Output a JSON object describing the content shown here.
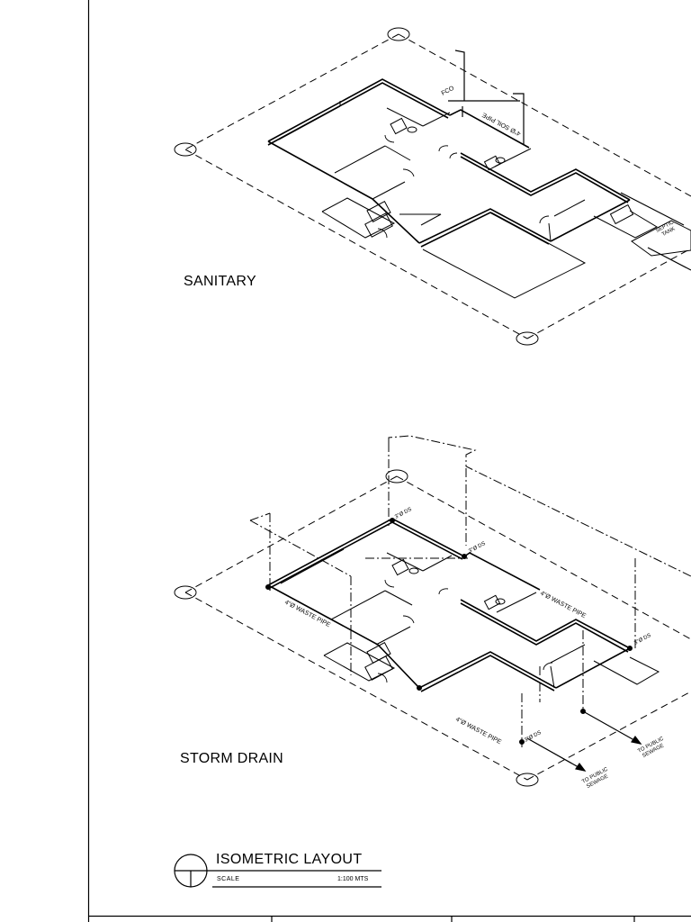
{
  "sheet": {
    "sanitary_label": "SANITARY",
    "storm_label": "STORM DRAIN",
    "title": "ISOMETRIC LAYOUT",
    "scale_label": "SCALE",
    "scale_value": "1:100 MTS"
  },
  "sanitary": {
    "fco": "FCO",
    "soil_pipe": "4\"Ø SOIL PIPE",
    "septic_tank_line1": "SEPTIC",
    "septic_tank_line2": "TANK"
  },
  "storm": {
    "waste_pipe_1": "4\"Ø WASTE PIPE",
    "waste_pipe_2": "4\"Ø WASTE PIPE",
    "waste_pipe_3": "4\"Ø WASTE PIPE",
    "ds_1": "3\"Ø DS",
    "ds_2": "3\"Ø DS",
    "ds_3": "3\"Ø DS",
    "ds_4": "3\"Ø DS",
    "to_public_1": "TO PUBLIC",
    "sewage_1": "SEWAGE",
    "to_public_2": "TO PUBLIC",
    "sewage_2": "SEWAGE"
  },
  "colors": {
    "ink": "#000000",
    "paper": "#ffffff"
  }
}
